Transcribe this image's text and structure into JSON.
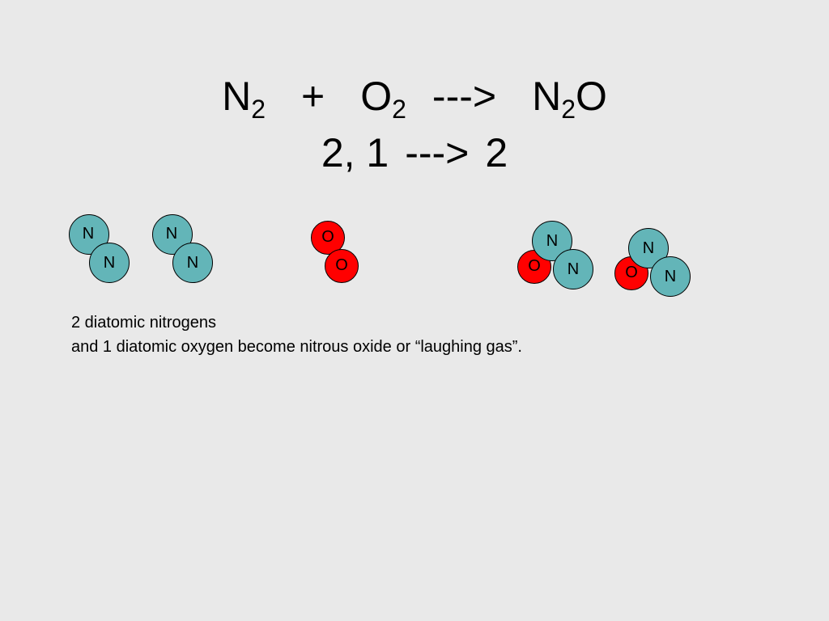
{
  "equation": {
    "reactant_1": {
      "symbol": "N",
      "subscript": "2"
    },
    "plus": "+",
    "reactant_2": {
      "symbol": "O",
      "subscript": "2"
    },
    "arrow": "--->",
    "product": {
      "symbol_1": "N",
      "subscript": "2",
      "symbol_2": "O"
    }
  },
  "coefficients": {
    "reactants": "2, 1",
    "arrow": "--->",
    "product": "2"
  },
  "molecules": [
    {
      "name": "nitrogen-molecule-1",
      "atoms": [
        "N",
        "N"
      ]
    },
    {
      "name": "nitrogen-molecule-2",
      "atoms": [
        "N",
        "N"
      ]
    },
    {
      "name": "oxygen-molecule",
      "atoms": [
        "O",
        "O"
      ]
    },
    {
      "name": "nitrous-oxide-molecule-1",
      "atoms": [
        "N",
        "O",
        "N"
      ]
    },
    {
      "name": "nitrous-oxide-molecule-2",
      "atoms": [
        "N",
        "O",
        "N"
      ]
    }
  ],
  "colors": {
    "nitrogen": "#63b5b8",
    "oxygen": "#ff0000",
    "background": "#e9e9e9"
  },
  "caption": {
    "line_1": "2 diatomic nitrogens",
    "line_2": "and 1 diatomic oxygen become nitrous oxide or “laughing gas”."
  }
}
